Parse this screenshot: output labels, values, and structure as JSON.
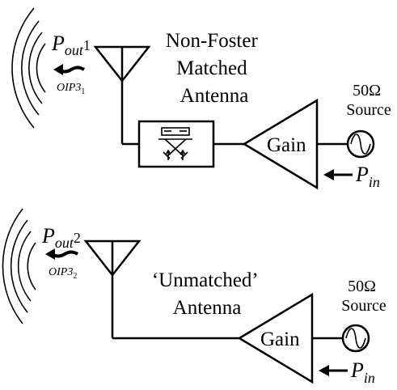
{
  "top": {
    "power_out": {
      "symbol": "P",
      "sub": "out",
      "index": "1"
    },
    "oip": {
      "label": "OIP3",
      "sub": "1"
    },
    "antenna_label": [
      "Non-Foster",
      "Matched",
      "Antenna"
    ],
    "gain_label": "Gain",
    "source_label": [
      "50Ω",
      "Source"
    ],
    "power_in": {
      "symbol": "P",
      "sub": "in"
    }
  },
  "bottom": {
    "power_out": {
      "symbol": "P",
      "sub": "out",
      "index": "2"
    },
    "oip": {
      "label": "OIP3",
      "sub": "2"
    },
    "antenna_label": [
      "‘Unmatched’",
      "Antenna"
    ],
    "gain_label": "Gain",
    "source_label": [
      "50Ω",
      "Source"
    ],
    "power_in": {
      "symbol": "P",
      "sub": "in"
    }
  }
}
